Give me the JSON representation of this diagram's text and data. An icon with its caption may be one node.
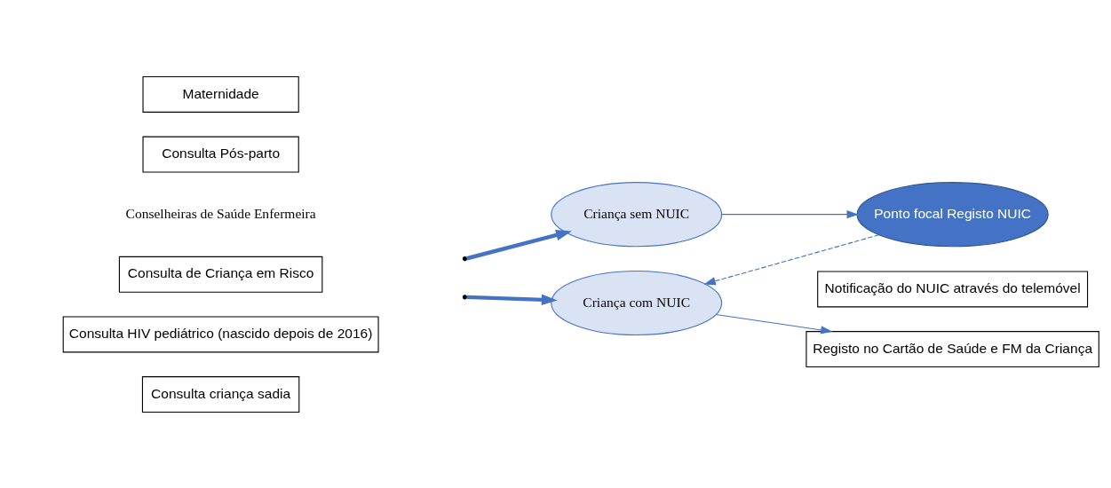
{
  "diagram": {
    "nodes": [
      {
        "text": [
          "Maternidade"
        ]
      },
      {
        "text": [
          "Consulta Pós-parto"
        ]
      },
      {
        "text": [
          "Consulta de Criança em Risco"
        ]
      },
      {
        "text": [
          "Consulta criança sadia"
        ]
      },
      {
        "text": [
          "Consulta HIV pediátrico (nascido depois de 2016)"
        ]
      },
      {
        "text": [
          "Criança sem NUIC"
        ]
      },
      {
        "text": [
          "Criança com NUIC"
        ]
      },
      {
        "text": [
          "Ponto focal Registo NUIC"
        ]
      },
      {
        "text": [
          "Notificação do NUIC através do telemóvel"
        ]
      },
      {
        "text": [
          "Registo no Cartão de Saúde e FM da Criança"
        ]
      }
    ],
    "edges": [
      {
        "from": null,
        "to": 5,
        "arrow": "to",
        "style": "thick"
      },
      {
        "from": null,
        "to": 6,
        "arrow": "to",
        "style": "thick"
      },
      {
        "from": 5,
        "to": 7,
        "arrow": "to"
      },
      {
        "from": 7,
        "to": 6,
        "arrow": "to",
        "style": "dashed"
      },
      {
        "from": 6,
        "to": 9,
        "arrow": "to"
      }
    ],
    "labels": [
      "Conselheiras de Saúde Enfermeira"
    ]
  }
}
